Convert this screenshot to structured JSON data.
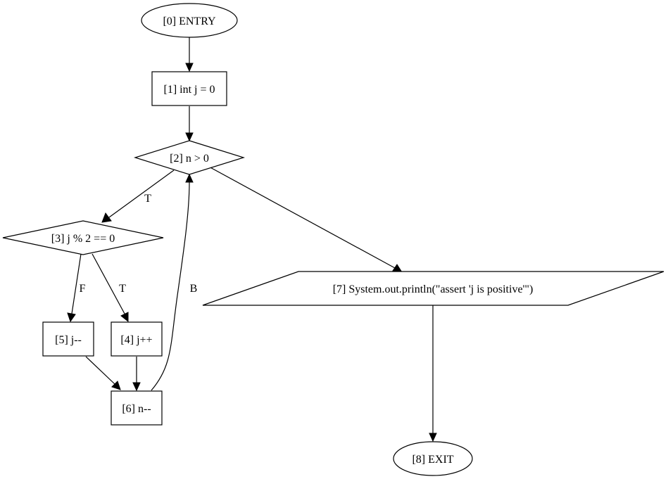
{
  "nodes": {
    "n0": "[0] ENTRY",
    "n1": "[1] int j = 0",
    "n2": "[2] n > 0",
    "n3": "[3] j % 2 == 0",
    "n4": "[4] j++",
    "n5": "[5] j--",
    "n6": "[6] n--",
    "n7": "[7] System.out.println(\"assert 'j is positive'\")",
    "n8": "[8] EXIT"
  },
  "edges": {
    "e2_3": "T",
    "e3_5": "F",
    "e3_4": "T",
    "e6_2": "B"
  }
}
